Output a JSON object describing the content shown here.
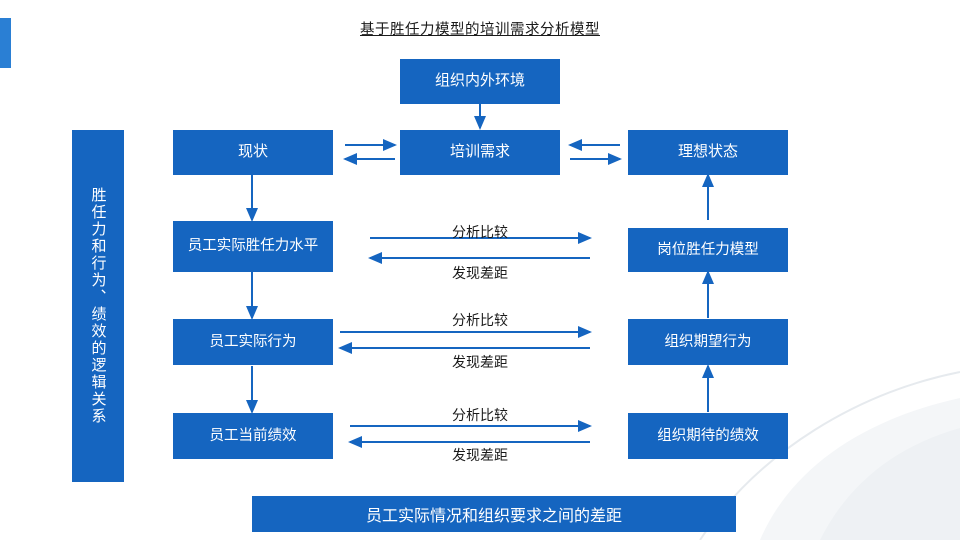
{
  "title": "基于胜任力模型的培训需求分析模型",
  "colors": {
    "box_fill": "#1565C0",
    "accent": "#2a7fd4",
    "arrow": "#1565C0",
    "text_dark": "#1a1a1a",
    "box_text": "#ffffff"
  },
  "side_label": "胜任力和行为、绩效的逻辑关系",
  "boxes": {
    "environment": "组织内外环境",
    "current_state": "现状",
    "training_need": "培训需求",
    "ideal_state": "理想状态",
    "actual_competency": "员工实际胜任力水平",
    "position_model": "岗位胜任力模型",
    "actual_behavior": "员工实际行为",
    "expected_behavior": "组织期望行为",
    "current_performance": "员工当前绩效",
    "expected_performance": "组织期待的绩效"
  },
  "row_labels": [
    {
      "top": "分析比较",
      "bottom": "发现差距"
    },
    {
      "top": "分析比较",
      "bottom": "发现差距"
    },
    {
      "top": "分析比较",
      "bottom": "发现差距"
    }
  ],
  "footer": "员工实际情况和组织要求之间的差距"
}
